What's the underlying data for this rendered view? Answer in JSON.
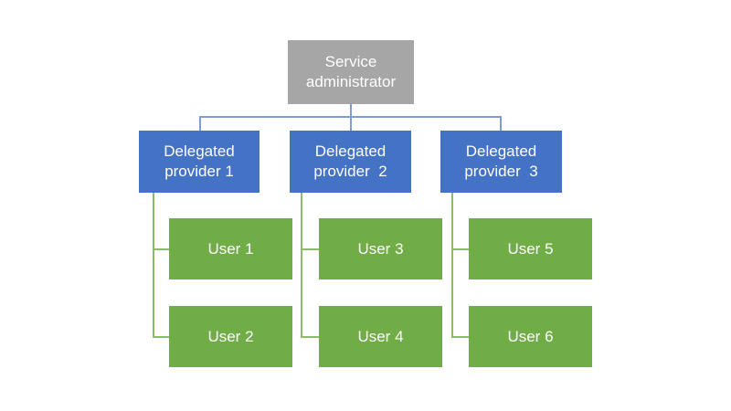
{
  "diagram": {
    "root": {
      "label": "Service\nadministrator"
    },
    "providers": [
      {
        "label": "Delegated\nprovider 1",
        "users": [
          "User 1",
          "User 2"
        ]
      },
      {
        "label": "Delegated\nprovider  2",
        "users": [
          "User 3",
          "User 4"
        ]
      },
      {
        "label": "Delegated\nprovider  3",
        "users": [
          "User 5",
          "User 6"
        ]
      }
    ],
    "colors": {
      "root_fill": "#A6A6A6",
      "provider_fill": "#4472C4",
      "user_fill": "#70AD47",
      "connector_blue": "#7F9CD6",
      "connector_green": "#8CBC63",
      "text": "#FFFFFF",
      "background": "#FFFFFF"
    }
  }
}
